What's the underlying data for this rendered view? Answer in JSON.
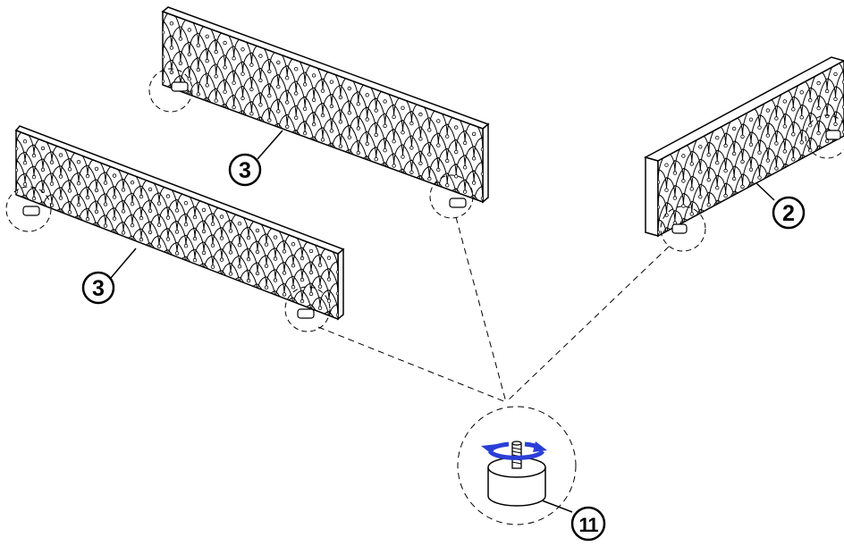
{
  "callouts": {
    "panel_top_back": "3",
    "panel_front_left": "3",
    "panel_right": "2",
    "foot_detail": "11"
  },
  "colors": {
    "line": "#000000",
    "rotation_arrow": "#2a3fd6",
    "background": "#ffffff"
  },
  "icons": {
    "rotation": "rotate-arrow-icon",
    "foot": "adjustable-foot-icon"
  }
}
